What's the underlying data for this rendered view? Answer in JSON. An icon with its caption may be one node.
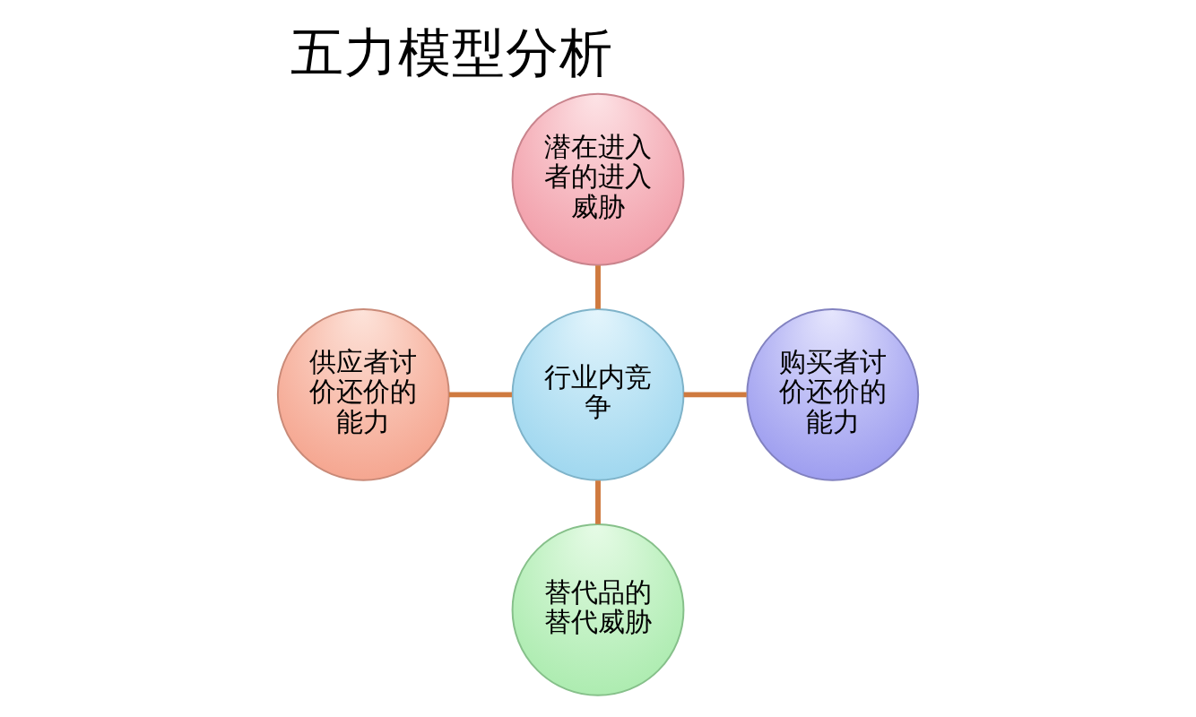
{
  "diagram": {
    "title": "五力模型分析",
    "nodes": [
      {
        "text": [
          "潜在进入者的进入威胁"
        ]
      },
      {
        "text": [
          "供应者讨价还价的能力"
        ]
      },
      {
        "text": [
          "行业内竞争"
        ]
      },
      {
        "text": [
          "购买者讨价还价的能力"
        ]
      },
      {
        "text": [
          "替代品的替代威胁"
        ]
      }
    ],
    "edges": [
      {
        "from": 0,
        "to": 2,
        "arrow": "none"
      },
      {
        "from": 1,
        "to": 2,
        "arrow": "none"
      },
      {
        "from": 2,
        "to": 3,
        "arrow": "none"
      },
      {
        "from": 2,
        "to": 4,
        "arrow": "none"
      }
    ]
  }
}
